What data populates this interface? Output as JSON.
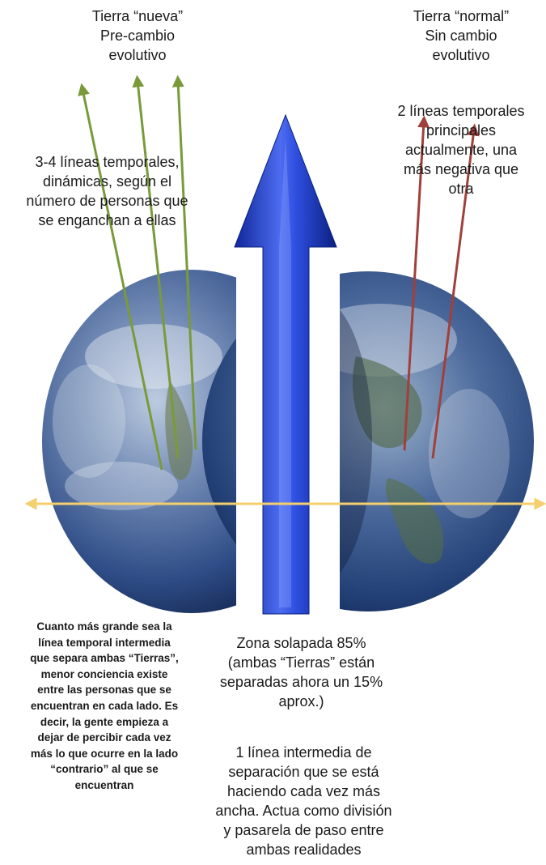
{
  "new_earth": {
    "title": "Tierra “nueva”\nPre-cambio\nevolutivo",
    "timelines_label": "3-4 líneas temporales,\ndinámicas, según el\nnúmero de personas que\nse enganchan a ellas",
    "arrow_color": "#7a9a3a",
    "timeline_count": 3
  },
  "normal_earth": {
    "title": "Tierra “normal”\nSin cambio\nevolutivo",
    "timelines_label": "2 líneas temporales\nprincipales\nactualmente, una\nmás negativa que\notra",
    "arrow_color": "#a0403c",
    "timeline_count": 2
  },
  "central_arrow_color": "#1f3fb5",
  "horizon_line_color": "#f3cf6e",
  "notes": {
    "left": "Cuanto más grande sea la\nlínea temporal intermedia\nque separa ambas “Tierras”,\nmenor conciencia existe\nentre las personas que se\nencuentran en cada lado. Es\ndecir, la gente empieza a\ndejar de percibir cada vez\nmás lo que ocurre en la lado\n“contrario” al que se\nencuentran",
    "overlap": "Zona solapada 85%\n(ambas “Tierras” están\nseparadas ahora un 15%\naprox.)",
    "intermediate": "1 línea intermedia de\nseparación que se está\nhaciendo cada vez más\nancha. Actua como división\ny pasarela de paso entre\nambas realidades"
  }
}
